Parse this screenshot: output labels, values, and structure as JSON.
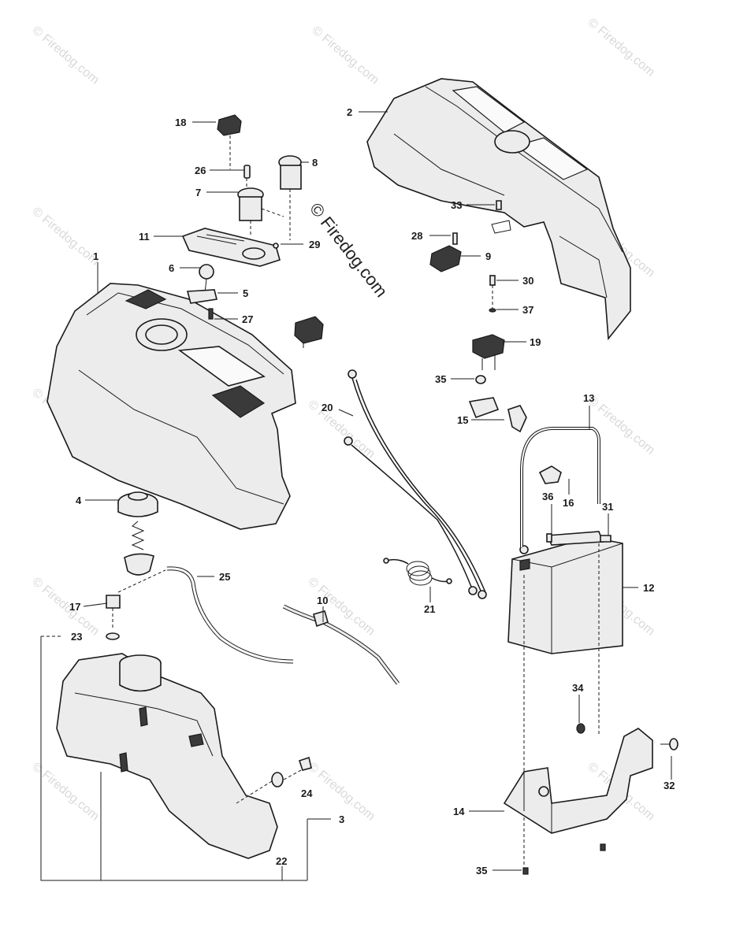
{
  "watermark": {
    "text": "© Firedog.com",
    "center_text": "© Firedog.com"
  },
  "callouts": [
    {
      "id": "c1",
      "label": "1"
    },
    {
      "id": "c2",
      "label": "2"
    },
    {
      "id": "c3",
      "label": "3"
    },
    {
      "id": "c4",
      "label": "4"
    },
    {
      "id": "c5",
      "label": "5"
    },
    {
      "id": "c6",
      "label": "6"
    },
    {
      "id": "c7",
      "label": "7"
    },
    {
      "id": "c8",
      "label": "8"
    },
    {
      "id": "c9",
      "label": "9"
    },
    {
      "id": "c10",
      "label": "10"
    },
    {
      "id": "c11",
      "label": "11"
    },
    {
      "id": "c12",
      "label": "12"
    },
    {
      "id": "c13",
      "label": "13"
    },
    {
      "id": "c14",
      "label": "14"
    },
    {
      "id": "c15",
      "label": "15"
    },
    {
      "id": "c16",
      "label": "16"
    },
    {
      "id": "c17",
      "label": "17"
    },
    {
      "id": "c18",
      "label": "18"
    },
    {
      "id": "c19",
      "label": "19"
    },
    {
      "id": "c20",
      "label": "20"
    },
    {
      "id": "c21",
      "label": "21"
    },
    {
      "id": "c22",
      "label": "22"
    },
    {
      "id": "c23",
      "label": "23"
    },
    {
      "id": "c24",
      "label": "24"
    },
    {
      "id": "c25",
      "label": "25"
    },
    {
      "id": "c26",
      "label": "26"
    },
    {
      "id": "c27",
      "label": "27"
    },
    {
      "id": "c28",
      "label": "28"
    },
    {
      "id": "c29",
      "label": "29"
    },
    {
      "id": "c30",
      "label": "30"
    },
    {
      "id": "c31",
      "label": "31"
    },
    {
      "id": "c32",
      "label": "32"
    },
    {
      "id": "c33",
      "label": "33"
    },
    {
      "id": "c34",
      "label": "34"
    },
    {
      "id": "c35a",
      "label": "35"
    },
    {
      "id": "c35b",
      "label": "35"
    },
    {
      "id": "c36",
      "label": "36"
    },
    {
      "id": "c37",
      "label": "37"
    }
  ]
}
